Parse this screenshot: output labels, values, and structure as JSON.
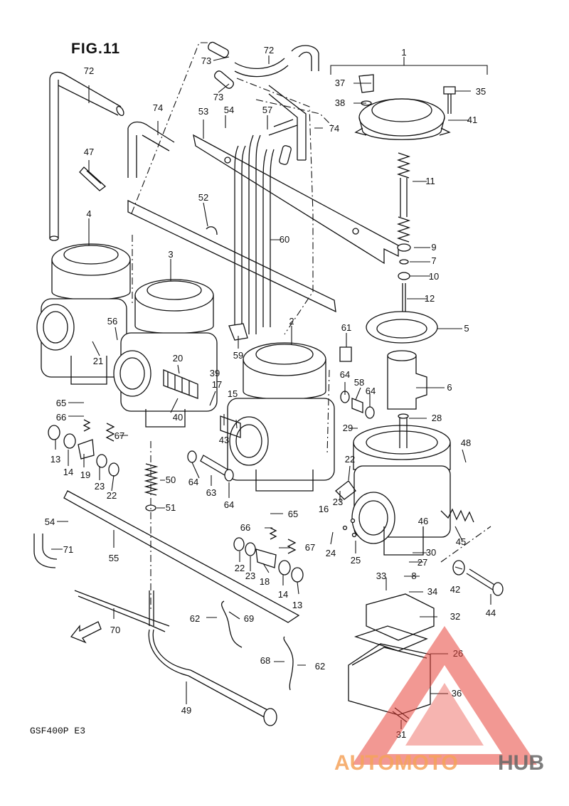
{
  "figure": {
    "title": "FIG.11",
    "model_code": "GSF400P  E3"
  },
  "callouts": [
    {
      "n": "1"
    },
    {
      "n": "2"
    },
    {
      "n": "3"
    },
    {
      "n": "4"
    },
    {
      "n": "5"
    },
    {
      "n": "6"
    },
    {
      "n": "7"
    },
    {
      "n": "8"
    },
    {
      "n": "9"
    },
    {
      "n": "10"
    },
    {
      "n": "11"
    },
    {
      "n": "12"
    },
    {
      "n": "13"
    },
    {
      "n": "13"
    },
    {
      "n": "14"
    },
    {
      "n": "14"
    },
    {
      "n": "15"
    },
    {
      "n": "16"
    },
    {
      "n": "17"
    },
    {
      "n": "18"
    },
    {
      "n": "19"
    },
    {
      "n": "20"
    },
    {
      "n": "21"
    },
    {
      "n": "22"
    },
    {
      "n": "22"
    },
    {
      "n": "22"
    },
    {
      "n": "23"
    },
    {
      "n": "23"
    },
    {
      "n": "23"
    },
    {
      "n": "24"
    },
    {
      "n": "25"
    },
    {
      "n": "26"
    },
    {
      "n": "27"
    },
    {
      "n": "28"
    },
    {
      "n": "29"
    },
    {
      "n": "30"
    },
    {
      "n": "31"
    },
    {
      "n": "32"
    },
    {
      "n": "33"
    },
    {
      "n": "34"
    },
    {
      "n": "35"
    },
    {
      "n": "36"
    },
    {
      "n": "37"
    },
    {
      "n": "38"
    },
    {
      "n": "39"
    },
    {
      "n": "40"
    },
    {
      "n": "41"
    },
    {
      "n": "42"
    },
    {
      "n": "43"
    },
    {
      "n": "44"
    },
    {
      "n": "45"
    },
    {
      "n": "46"
    },
    {
      "n": "47"
    },
    {
      "n": "48"
    },
    {
      "n": "49"
    },
    {
      "n": "50"
    },
    {
      "n": "51"
    },
    {
      "n": "52"
    },
    {
      "n": "53"
    },
    {
      "n": "54"
    },
    {
      "n": "54"
    },
    {
      "n": "55"
    },
    {
      "n": "56"
    },
    {
      "n": "57"
    },
    {
      "n": "58"
    },
    {
      "n": "59"
    },
    {
      "n": "60"
    },
    {
      "n": "61"
    },
    {
      "n": "62"
    },
    {
      "n": "62"
    },
    {
      "n": "63"
    },
    {
      "n": "64"
    },
    {
      "n": "64"
    },
    {
      "n": "64"
    },
    {
      "n": "64"
    },
    {
      "n": "65"
    },
    {
      "n": "65"
    },
    {
      "n": "66"
    },
    {
      "n": "66"
    },
    {
      "n": "67"
    },
    {
      "n": "67"
    },
    {
      "n": "68"
    },
    {
      "n": "69"
    },
    {
      "n": "70"
    },
    {
      "n": "71"
    },
    {
      "n": "72"
    },
    {
      "n": "72"
    },
    {
      "n": "73"
    },
    {
      "n": "73"
    },
    {
      "n": "74"
    },
    {
      "n": "74"
    }
  ],
  "direction_arrow": {
    "label": "FWD",
    "icon": "forward-arrow-icon"
  },
  "watermark": {
    "text_left": "AUTOMOTO",
    "text_right": "HUB",
    "color_left": "#f5a25a",
    "color_right": "#666666",
    "triangle_color": "#e8443a"
  }
}
